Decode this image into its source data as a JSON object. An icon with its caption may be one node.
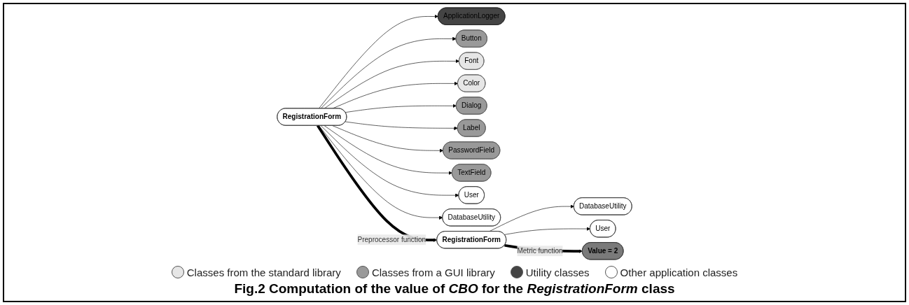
{
  "diagram": {
    "caption": "Fig.2 Computation of the value of *CBO* for the *RegistrationForm* class",
    "nodes": [
      {
        "text": [
          "RegistrationForm"
        ]
      },
      {
        "text": [
          "ApplicationLogger"
        ]
      },
      {
        "text": [
          "Button"
        ]
      },
      {
        "text": [
          "Font"
        ]
      },
      {
        "text": [
          "Color"
        ]
      },
      {
        "text": [
          "Dialog"
        ]
      },
      {
        "text": [
          "Label"
        ]
      },
      {
        "text": [
          "PasswordField"
        ]
      },
      {
        "text": [
          "TextField"
        ]
      },
      {
        "text": [
          "User"
        ]
      },
      {
        "text": [
          "DatabaseUtility"
        ]
      },
      {
        "text": [
          "RegistrationForm"
        ]
      },
      {
        "text": [
          "User"
        ]
      },
      {
        "text": [
          "DatabaseUtility"
        ]
      },
      {
        "text": [
          "Value = 2"
        ]
      }
    ],
    "edges": [
      {
        "from": 0,
        "to": 1,
        "arrow": "to"
      },
      {
        "from": 0,
        "to": 2,
        "arrow": "to"
      },
      {
        "from": 0,
        "to": 3,
        "arrow": "to"
      },
      {
        "from": 0,
        "to": 4,
        "arrow": "to"
      },
      {
        "from": 0,
        "to": 5,
        "arrow": "to"
      },
      {
        "from": 0,
        "to": 6,
        "arrow": "to"
      },
      {
        "from": 0,
        "to": 7,
        "arrow": "to"
      },
      {
        "from": 0,
        "to": 8,
        "arrow": "to"
      },
      {
        "from": 0,
        "to": 9,
        "arrow": "to"
      },
      {
        "from": 0,
        "to": 10,
        "arrow": "to"
      },
      {
        "from": 0,
        "to": 11,
        "arrow": "to",
        "label": "Preprocessor function",
        "style": "thick"
      },
      {
        "from": 11,
        "to": 13,
        "arrow": "to"
      },
      {
        "from": 11,
        "to": 12,
        "arrow": "to"
      },
      {
        "from": 11,
        "to": 14,
        "arrow": "to",
        "label": "Metric function",
        "style": "thick"
      }
    ],
    "legend": [
      {
        "text": "Classes from the standard library",
        "color": "#e6e6e6"
      },
      {
        "text": "Classes from a GUI library",
        "color": "#999999"
      },
      {
        "text": "Utility classes",
        "color": "#444444"
      },
      {
        "text": "Other application classes",
        "color": "#ffffff"
      }
    ]
  }
}
